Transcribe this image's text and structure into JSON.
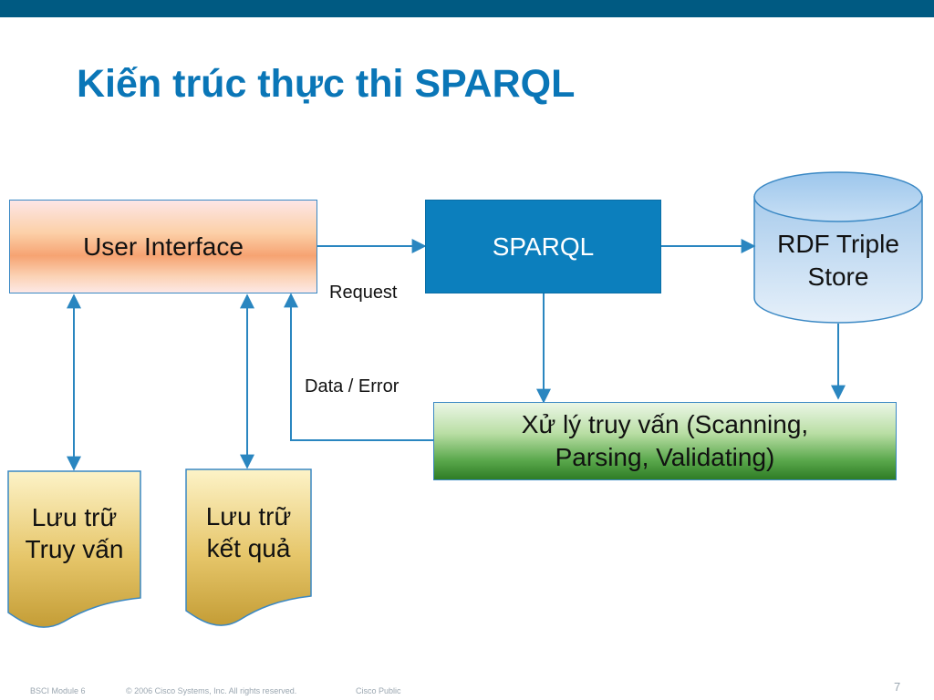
{
  "slide": {
    "title": "Kiến trúc thực thi SPARQL",
    "page_number": "7"
  },
  "nodes": {
    "user_interface": "User Interface",
    "sparql": "SPARQL",
    "rdf_store_line1": "RDF Triple",
    "rdf_store_line2": "Store",
    "processing_line1": "Xử lý truy vấn (Scanning,",
    "processing_line2": "Parsing, Validating)",
    "query_storage_line1": "Lưu trữ",
    "query_storage_line2": "Truy vấn",
    "result_storage_line1": "Lưu trữ",
    "result_storage_line2": "kết quả"
  },
  "edges": {
    "request": "Request",
    "data_error": "Data / Error"
  },
  "footer": {
    "module": "BSCI Module 6",
    "copyright": "© 2006 Cisco Systems, Inc. All rights reserved.",
    "classification": "Cisco Public"
  },
  "colors": {
    "brand_bar": "#005a82",
    "title": "#0a76b7",
    "arrow": "#2a86c0",
    "sparql_fill": "#0c7fbd"
  }
}
